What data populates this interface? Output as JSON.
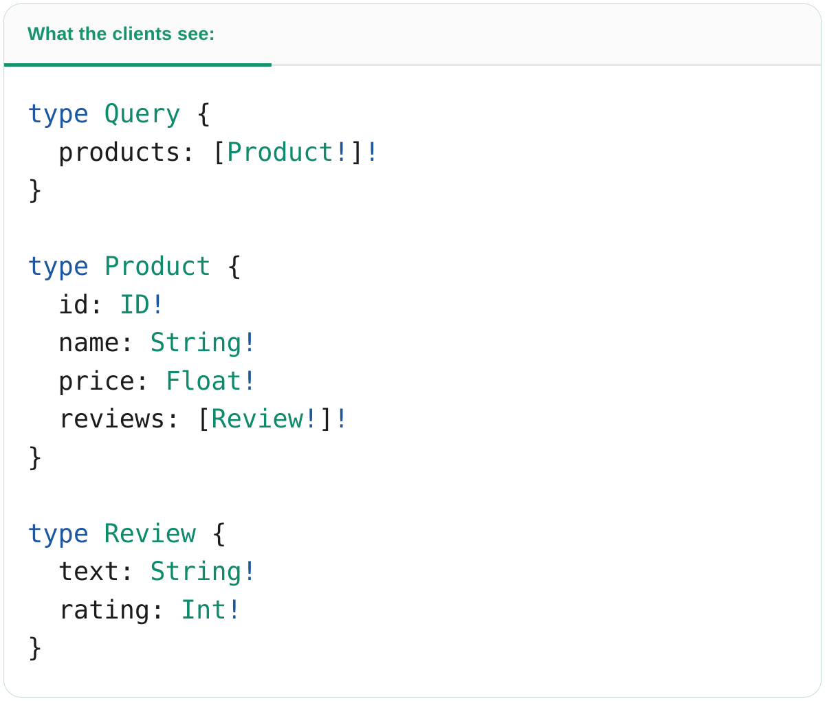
{
  "card": {
    "tab_label": "What the clients see:",
    "colors": {
      "accent_green": "#17946F",
      "type_green": "#0E8A6D",
      "keyword_blue": "#1D57A0",
      "code_text": "#1A1C1E",
      "border_green": "#C3DDD1",
      "header_bg": "#FAFAFA",
      "divider_gray": "#E6E6E6",
      "card_bg": "#FFFFFF"
    }
  },
  "code": {
    "language": "graphql",
    "plain_text": "type Query {\n  products: [Product!]!\n}\n\ntype Product {\n  id: ID!\n  name: String!\n  price: Float!\n  reviews: [Review!]!\n}\n\ntype Review {\n  text: String!\n  rating: Int!\n}",
    "lines": [
      [
        [
          "type",
          "kw"
        ],
        [
          " ",
          "pl"
        ],
        [
          "Query",
          "ty"
        ],
        [
          " {",
          "pl"
        ]
      ],
      [
        [
          "  products: [",
          "pl"
        ],
        [
          "Product",
          "ty"
        ],
        [
          "!",
          "bang"
        ],
        [
          "]",
          "pl"
        ],
        [
          "!",
          "bang"
        ]
      ],
      [
        [
          "}",
          "pl"
        ]
      ],
      [],
      [
        [
          "type",
          "kw"
        ],
        [
          " ",
          "pl"
        ],
        [
          "Product",
          "ty"
        ],
        [
          " {",
          "pl"
        ]
      ],
      [
        [
          "  id: ",
          "pl"
        ],
        [
          "ID",
          "ty"
        ],
        [
          "!",
          "bang"
        ]
      ],
      [
        [
          "  name: ",
          "pl"
        ],
        [
          "String",
          "ty"
        ],
        [
          "!",
          "bang"
        ]
      ],
      [
        [
          "  price: ",
          "pl"
        ],
        [
          "Float",
          "ty"
        ],
        [
          "!",
          "bang"
        ]
      ],
      [
        [
          "  reviews: [",
          "pl"
        ],
        [
          "Review",
          "ty"
        ],
        [
          "!",
          "bang"
        ],
        [
          "]",
          "pl"
        ],
        [
          "!",
          "bang"
        ]
      ],
      [
        [
          "}",
          "pl"
        ]
      ],
      [],
      [
        [
          "type",
          "kw"
        ],
        [
          " ",
          "pl"
        ],
        [
          "Review",
          "ty"
        ],
        [
          " {",
          "pl"
        ]
      ],
      [
        [
          "  text: ",
          "pl"
        ],
        [
          "String",
          "ty"
        ],
        [
          "!",
          "bang"
        ]
      ],
      [
        [
          "  rating: ",
          "pl"
        ],
        [
          "Int",
          "ty"
        ],
        [
          "!",
          "bang"
        ]
      ],
      [
        [
          "}",
          "pl"
        ]
      ]
    ]
  }
}
